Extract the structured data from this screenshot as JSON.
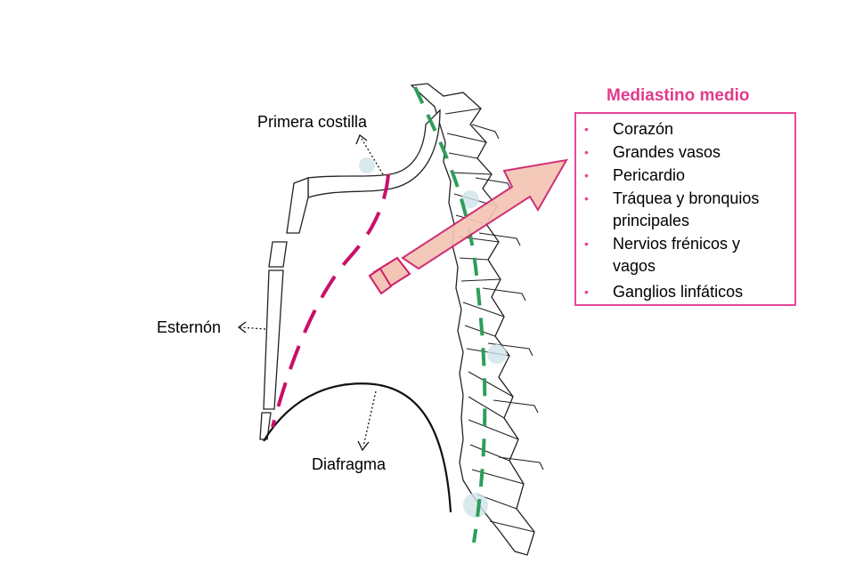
{
  "labels": {
    "primera_costilla": "Primera costilla",
    "esternon": "Esternón",
    "diafragma": "Diafragma"
  },
  "panel": {
    "title": "Mediastino medio",
    "items": [
      "Corazón",
      "Grandes vasos",
      "Pericardio",
      "Tráquea  y bronquios principales",
      "Nervios frénicos y vagos",
      "Ganglios linfáticos"
    ]
  },
  "colors": {
    "accent": "#e8479a",
    "pink_title": "#e03b8b",
    "magenta_line": "#c8106a",
    "green_line": "#2e9e5b",
    "arrow_fill": "#f4c5b4",
    "arrow_stroke": "#cc1f6a"
  }
}
